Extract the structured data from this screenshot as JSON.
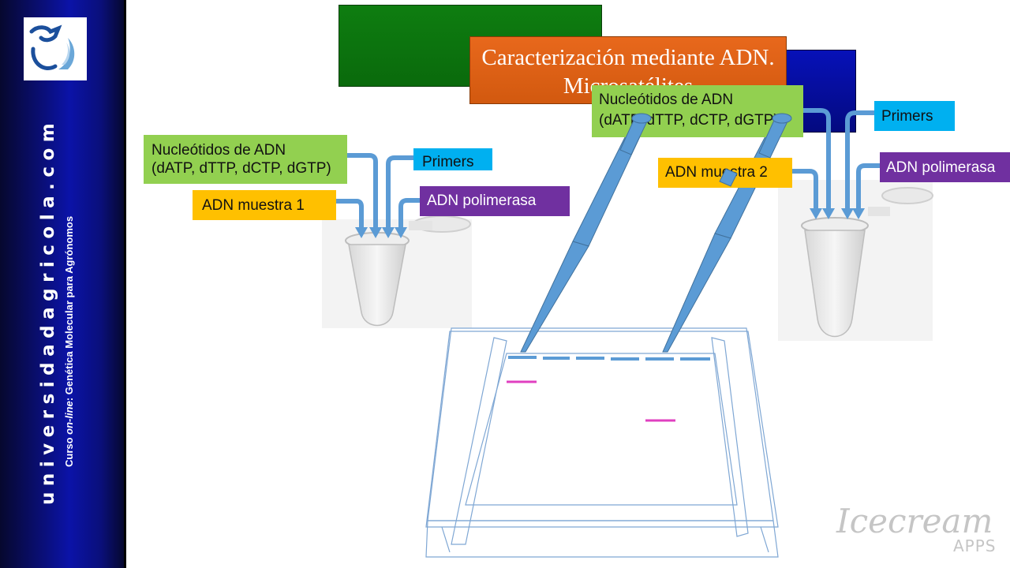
{
  "sidebar": {
    "brand": "universidadagricola.com",
    "course_prefix": "Curso ",
    "course_online": "on-line",
    "course_suffix": ": Genética Molecular para Agrónomos"
  },
  "slide": {
    "title": "Caracterización mediante ADN. Microsatélites",
    "left_labels": {
      "nucleotides_line1": "Nucleótidos de ADN",
      "nucleotides_line2": "(dATP, dTTP, dCTP, dGTP)",
      "primers": "Primers",
      "sample": "ADN muestra 1",
      "polymerase": "ADN polimerasa"
    },
    "right_labels": {
      "nucleotides_line1": "Nucleótidos de ADN",
      "nucleotides_line2": "(dATP, dTTP, dCTP, dGTP)",
      "primers": "Primers",
      "sample": "ADN muestra 2",
      "polymerase": "ADN polimerasa"
    }
  },
  "watermark": {
    "main": "Icecream",
    "sub": "APPS"
  },
  "colors": {
    "green_label": "#92d050",
    "yellow_label": "#ffc000",
    "cyan_label": "#00b0f0",
    "purple_label": "#7030a0",
    "arrow_blue": "#5b9bd5",
    "band_magenta": "#e040c0"
  }
}
